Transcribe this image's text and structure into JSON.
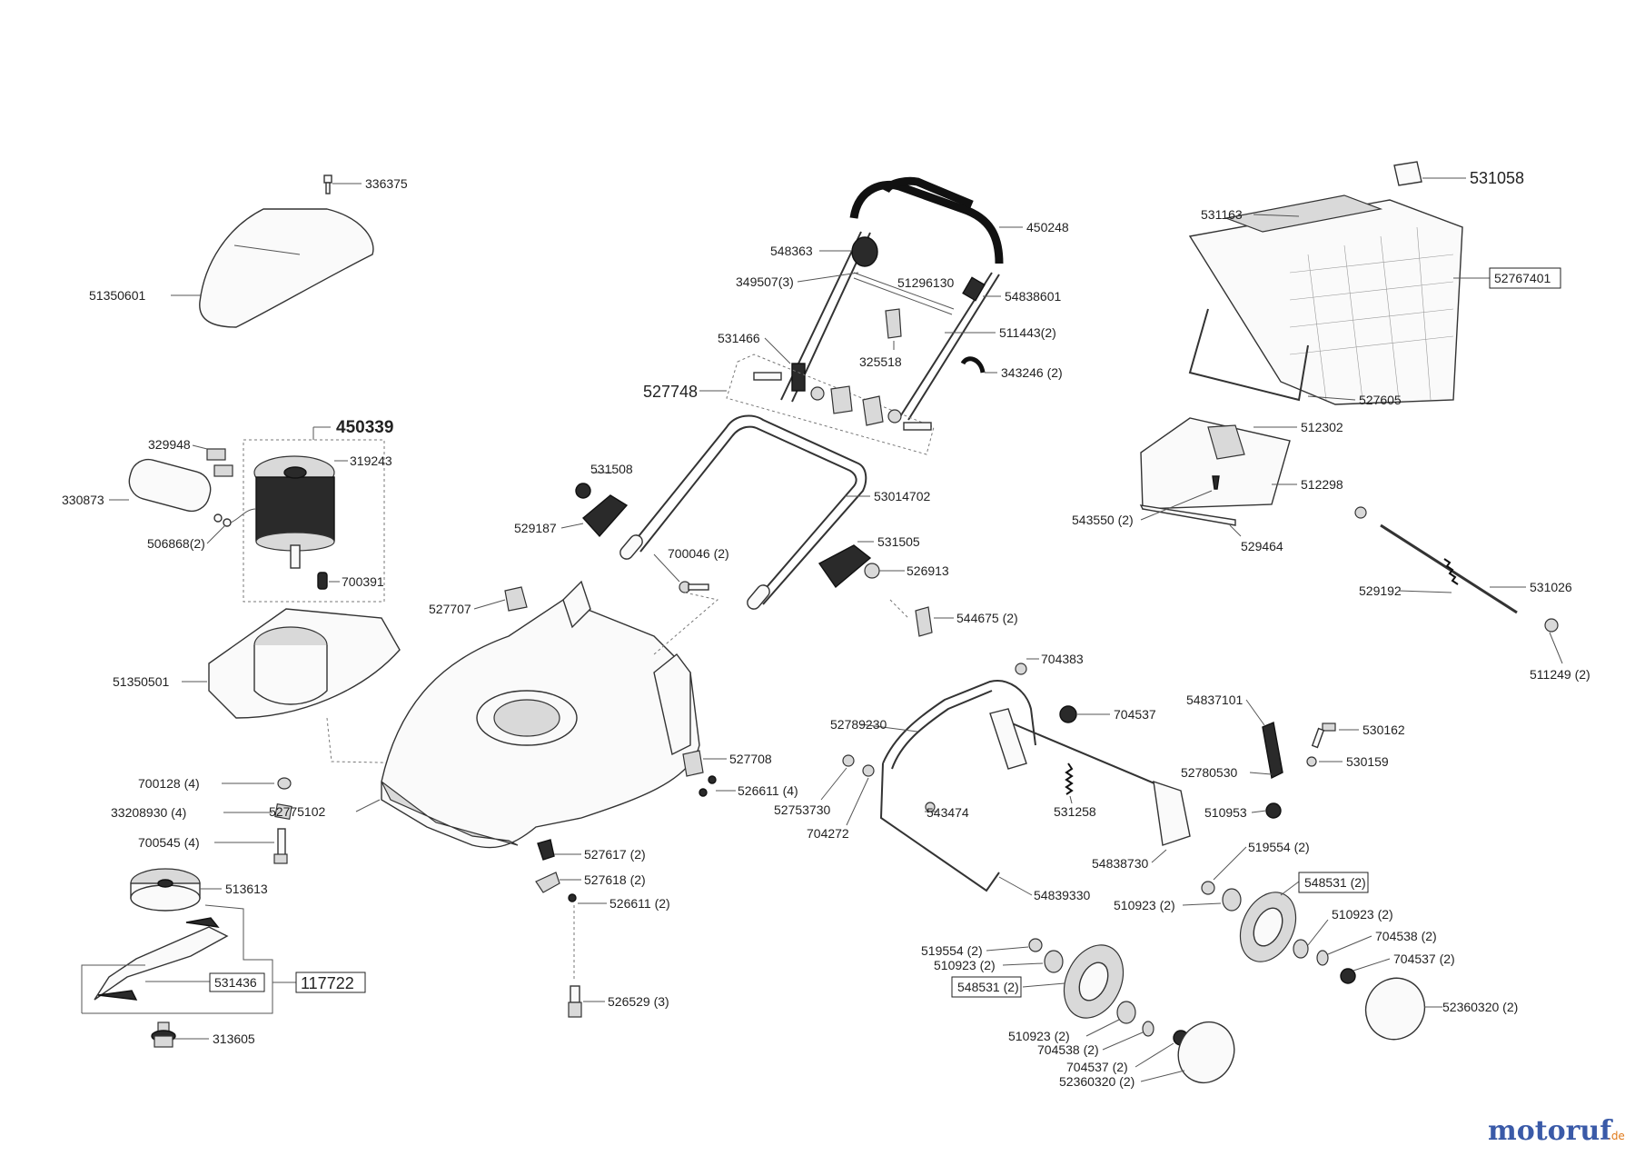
{
  "brand": {
    "name": "motoruf",
    "suffix": ".de",
    "color": "#3a5aa8",
    "accent": "#e07a1a"
  },
  "labels": {
    "l336375": "336375",
    "l51350601": "51350601",
    "l450339": "450339",
    "l329948": "329948",
    "l319243": "319243",
    "l330873": "330873",
    "l506868": "506868(2)",
    "l700391": "700391",
    "l51350501": "51350501",
    "l700128": "700128 (4)",
    "l33208930": "33208930 (4)",
    "l52775102": "52775102",
    "l700545": "700545 (4)",
    "l513613": "513613",
    "l531436": "531436",
    "l117722": "117722",
    "l313605": "313605",
    "l548363": "548363",
    "l349507": "349507(3)",
    "l51296130": "51296130",
    "l450248": "450248",
    "l54838601": "54838601",
    "l531466": "531466",
    "l325518": "325518",
    "l511443": "511443(2)",
    "l343246": "343246 (2)",
    "l527748": "527748",
    "l531508": "531508",
    "l529187": "529187",
    "l53014702": "53014702",
    "l700046": "700046 (2)",
    "l531505": "531505",
    "l526913": "526913",
    "l527707": "527707",
    "l544675": "544675 (2)",
    "l527708": "527708",
    "l526611a": "526611 (4)",
    "l527617": "527617 (2)",
    "l527618": "527618 (2)",
    "l526611b": "526611 (2)",
    "l526529": "526529 (3)",
    "l531058": "531058",
    "l531163": "531163",
    "l52767401": "52767401",
    "l527605": "527605",
    "l512302": "512302",
    "l512298": "512298",
    "l543550": "543550 (2)",
    "l529464": "529464",
    "l529192": "529192",
    "l531026": "531026",
    "l511249": "511249 (2)",
    "l704383": "704383",
    "l704537a": "704537",
    "l52789230": "52789230",
    "l54837101": "54837101",
    "l530162": "530162",
    "l530159": "530159",
    "l52780530": "52780530",
    "l52753730": "52753730",
    "l543474": "543474",
    "l531258": "531258",
    "l510953": "510953",
    "l704272": "704272",
    "l54838730": "54838730",
    "l54839330": "54839330",
    "l519554a": "519554 (2)",
    "l548531a": "548531 (2)",
    "l510923a": "510923 (2)",
    "l510923b": "510923 (2)",
    "l704538a": "704538 (2)",
    "l704537b": "704537 (2)",
    "l52360320a": "52360320 (2)",
    "l519554b": "519554 (2)",
    "l510923c": "510923 (2)",
    "l548531b": "548531 (2)",
    "l510923d": "510923 (2)",
    "l704538b": "704538 (2)",
    "l704537c": "704537 (2)",
    "l52360320b": "52360320 (2)"
  }
}
